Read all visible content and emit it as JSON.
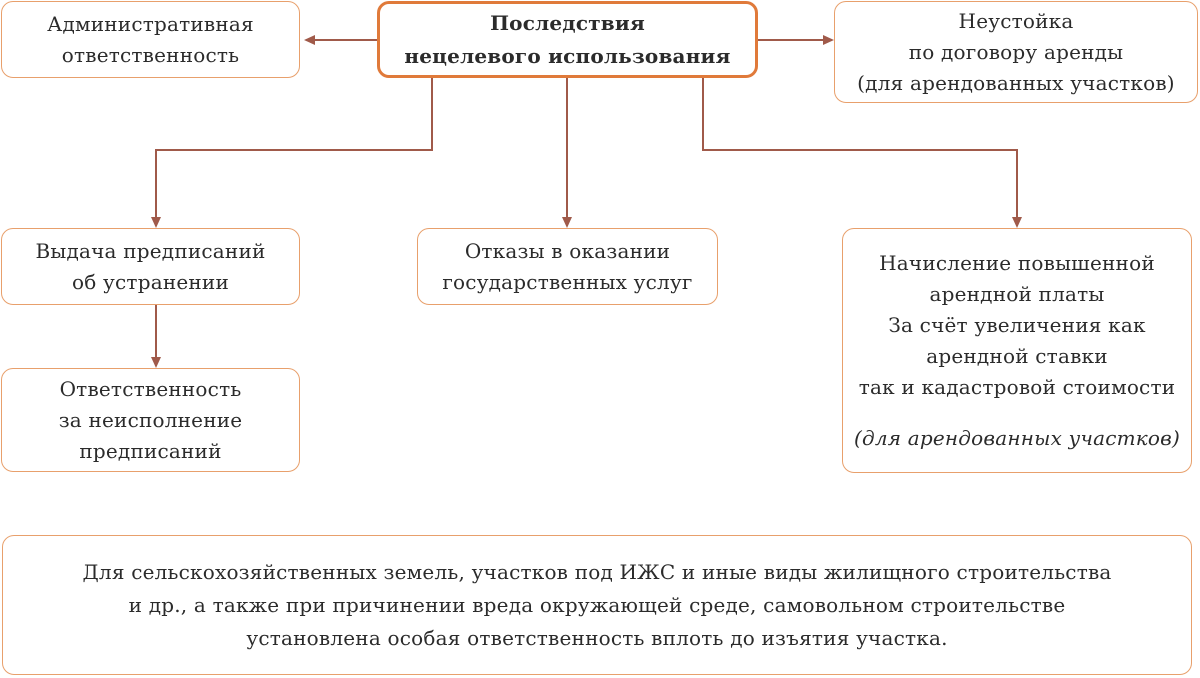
{
  "diagram": {
    "main": {
      "lines": [
        "Последствия",
        "нецелевого использования"
      ]
    },
    "admin": {
      "lines": [
        "Административная",
        "ответственность"
      ]
    },
    "penalty": {
      "lines": [
        "Неустойка",
        "по договору аренды",
        "(для арендованных участков)"
      ]
    },
    "orders": {
      "lines": [
        "Выдача предписаний",
        "об устранении"
      ]
    },
    "refusals": {
      "lines": [
        "Отказы в оказании",
        "государственных услуг"
      ]
    },
    "rent": {
      "lines": [
        "Начисление повышенной",
        "арендной платы",
        "За счёт увеличения как",
        "арендной ставки",
        "так и кадастровой стоимости"
      ],
      "note": "(для арендованных участков)"
    },
    "liability": {
      "lines": [
        "Ответственность",
        "за неисполнение",
        "предписаний"
      ]
    },
    "footer": {
      "lines": [
        "Для сельскохозяйственных земель, участков под ИЖС и иные виды жилищного строительства",
        "и др., а также при причинении вреда окружающей среде, самовольном строительстве",
        "установлена особая ответственность вплоть до изъятия участка."
      ]
    }
  },
  "colors": {
    "box_border": "#e8a06c",
    "main_border": "#e07a3a",
    "arrow": "#a05a4a"
  }
}
